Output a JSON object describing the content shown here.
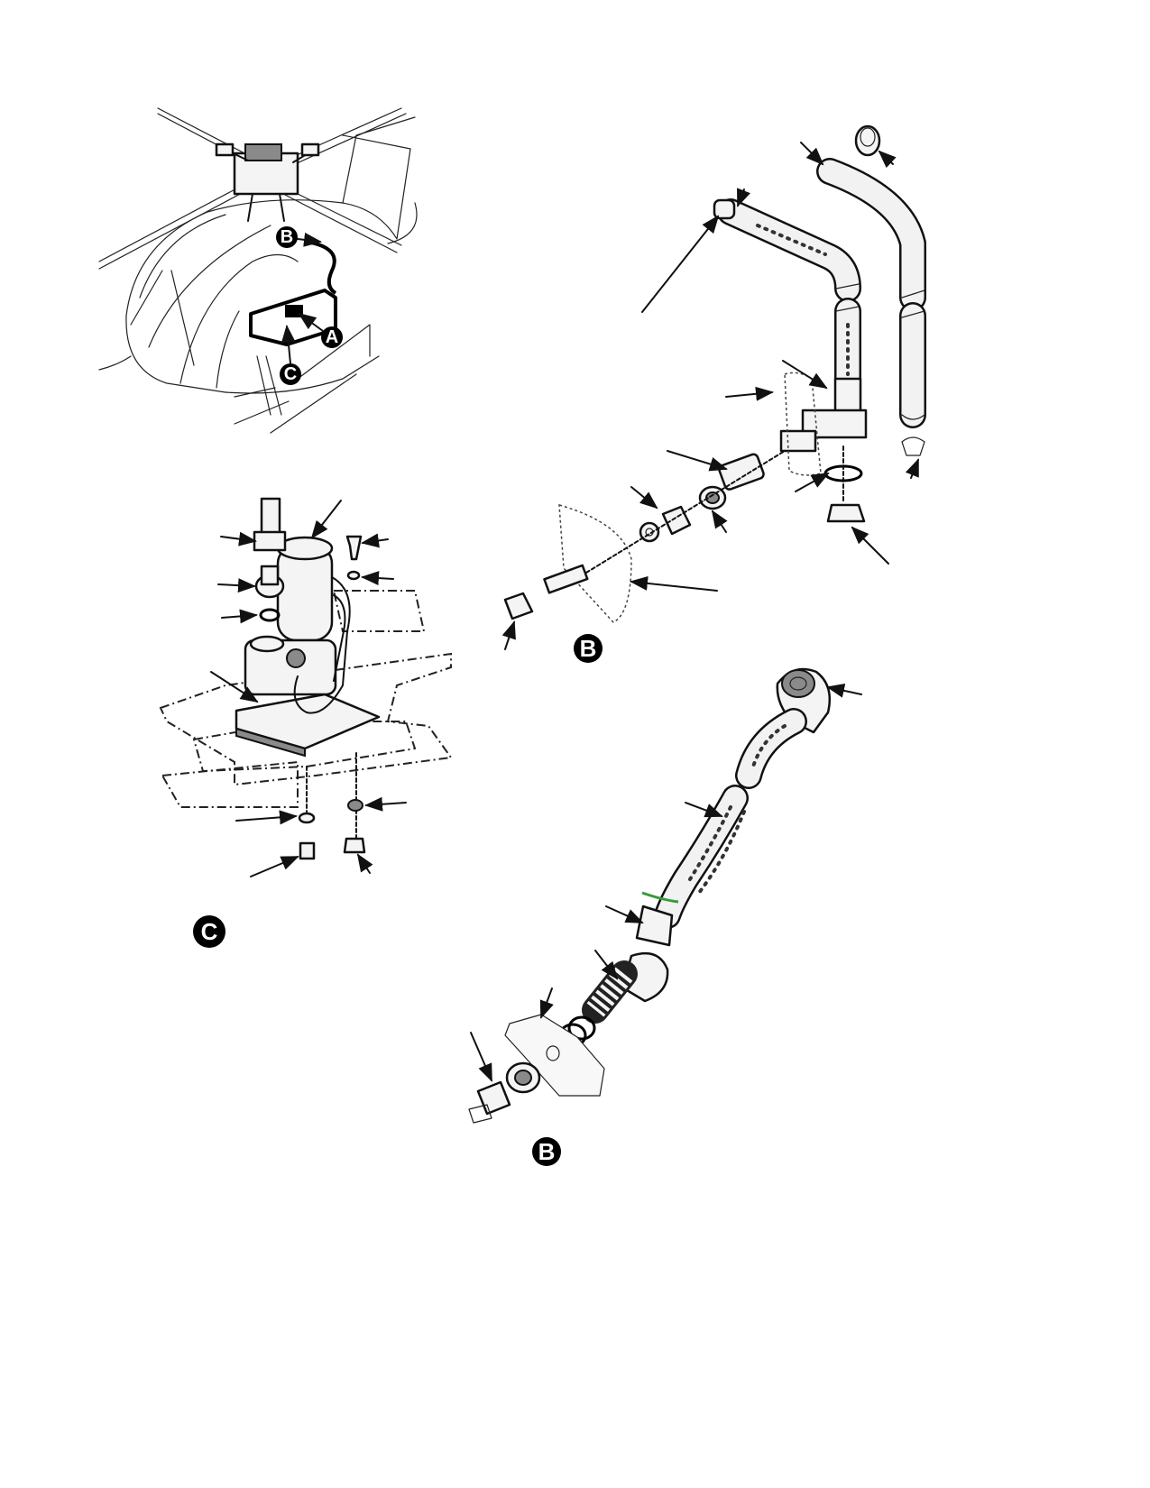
{
  "callouts": {
    "overview_b": "B",
    "overview_a": "A",
    "overview_c": "C",
    "detail_b_upper": "B",
    "detail_c": "C",
    "detail_b_lower": "B"
  },
  "colors": {
    "line": "#111111",
    "badge_fill": "#000000",
    "badge_text": "#ffffff",
    "clamp_accent": "#3a9a3a"
  }
}
